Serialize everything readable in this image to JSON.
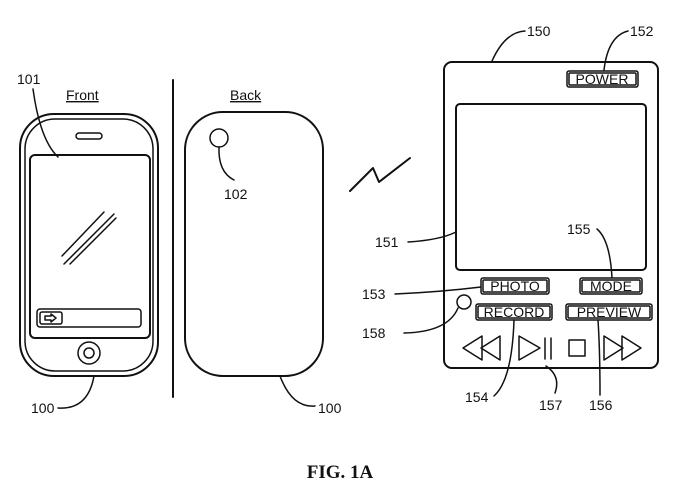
{
  "front_header": "Front",
  "back_header": "Back",
  "refs": {
    "r101": "101",
    "r102": "102",
    "r100_front": "100",
    "r100_back": "100",
    "r150": "150",
    "r151": "151",
    "r152": "152",
    "r153": "153",
    "r154": "154",
    "r155": "155",
    "r156": "156",
    "r157": "157",
    "r158": "158"
  },
  "buttons": {
    "power": "POWER",
    "photo": "PHOTO",
    "mode": "MODE",
    "record": "RECORD",
    "preview": "PREVIEW"
  },
  "caption": "FIG. 1A"
}
